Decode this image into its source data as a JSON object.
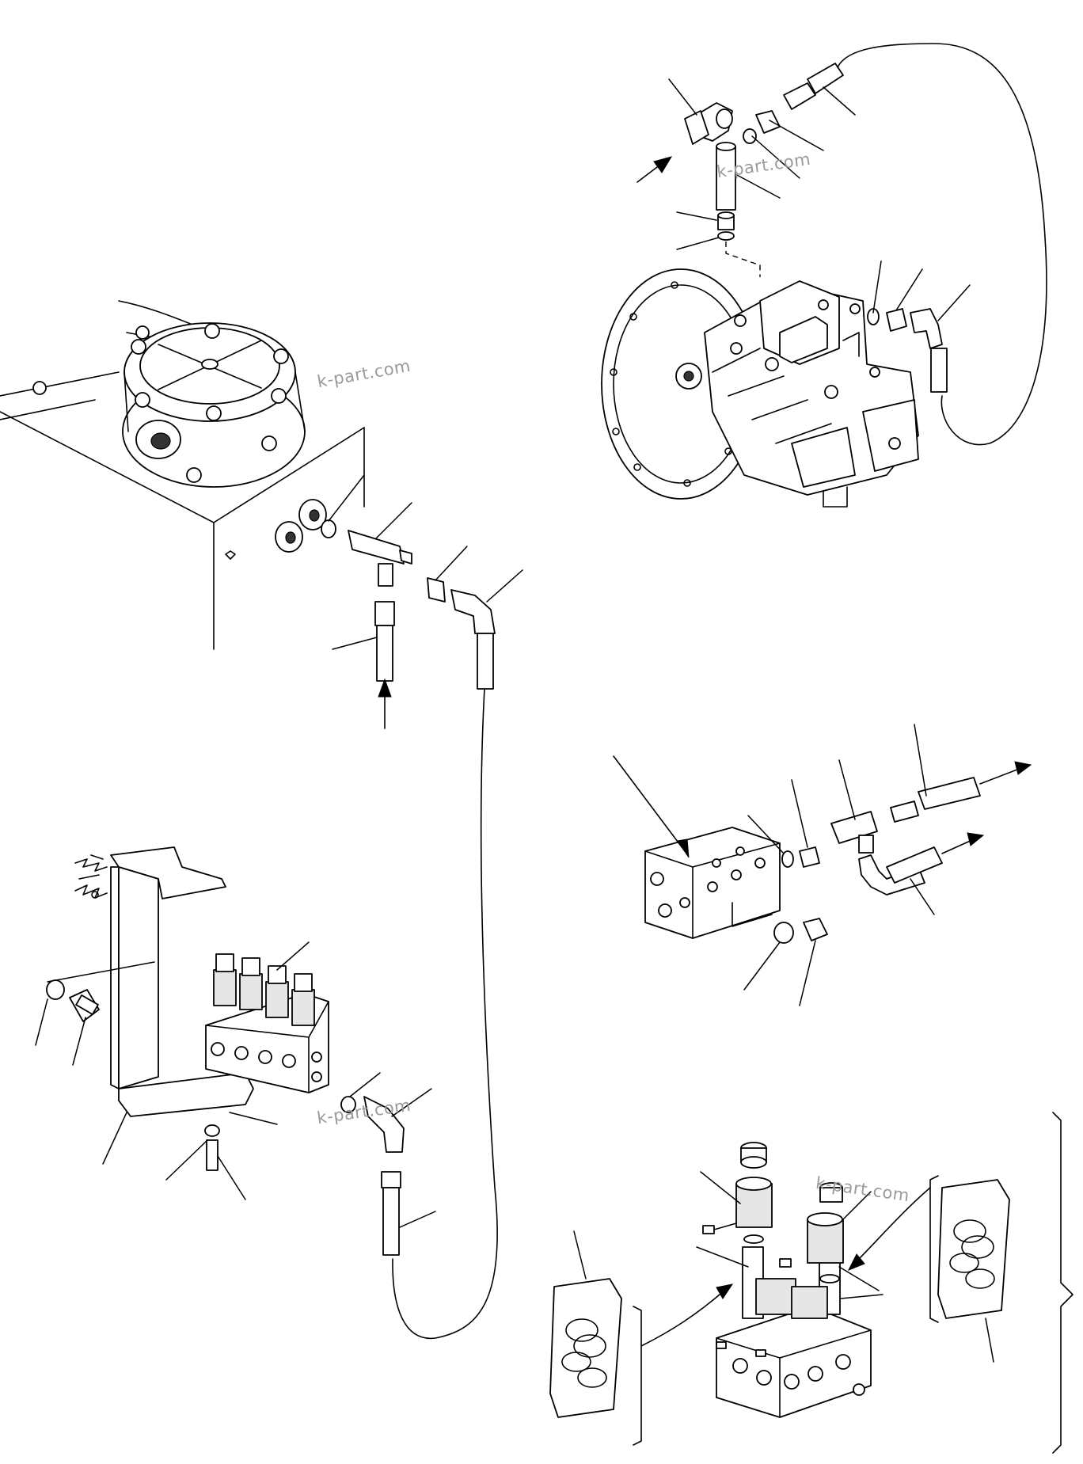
{
  "watermark": {
    "text": "k-part.com",
    "color": "#9a9a9a"
  },
  "drawing": {
    "line_color": "#000000",
    "background": "#ffffff",
    "groups": [
      "hydraulic-tank-fitting-group",
      "pump-fitting-group",
      "manifold-fitting-group",
      "solenoid-valve-bracket-group",
      "solenoid-valve-detail-group"
    ]
  }
}
